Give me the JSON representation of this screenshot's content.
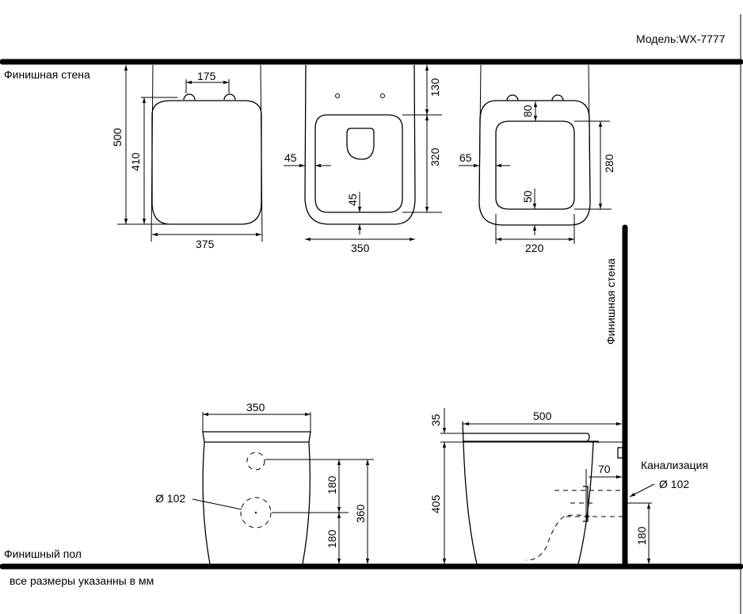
{
  "title": "Модель:WX-7777",
  "labels": {
    "finish_wall_top": "Финишная стена",
    "finish_wall_side": "Финишная стена",
    "finish_floor": "Финишный пол",
    "sewer": "Канализация",
    "sewer_diameter": "Ø 102",
    "outlet_diameter": "Ø 102",
    "footnote": "все размеры указанны в мм"
  },
  "top_view_1": {
    "hinge_spacing": "175",
    "depth_total": "500",
    "seat_depth": "410",
    "width": "375"
  },
  "top_view_2": {
    "top_offset": "130",
    "bowl_depth": "320",
    "side_offset": "45",
    "bottom_offset": "45",
    "width": "350"
  },
  "top_view_3": {
    "top_offset": "80",
    "inner_depth": "280",
    "side_offset": "65",
    "bottom_offset": "50",
    "inner_width": "220"
  },
  "front_view": {
    "width": "350",
    "hole_upper": "180",
    "hole_lower": "180",
    "hole_total": "360"
  },
  "side_view": {
    "seat_thickness": "35",
    "length": "500",
    "height": "405",
    "outlet_offset": "70",
    "outlet_height": "180"
  }
}
